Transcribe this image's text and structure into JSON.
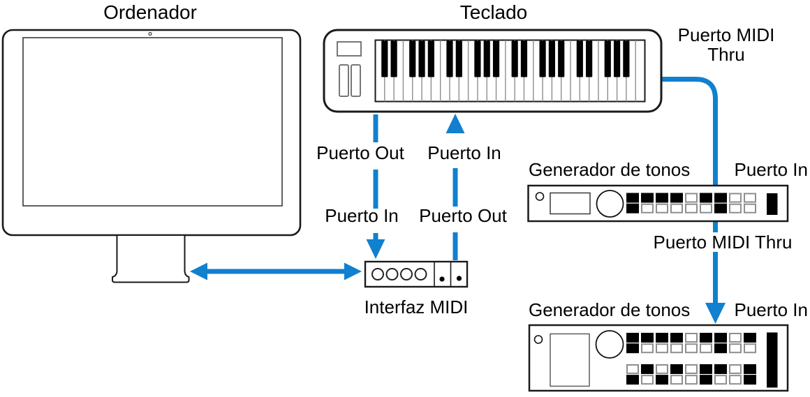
{
  "colors": {
    "cable_blue": "#1080cf",
    "ink": "#000000",
    "line_gray": "#8e8e8e",
    "background": "#ffffff"
  },
  "devices": {
    "computer": {
      "title": "Ordenador"
    },
    "keyboard": {
      "title": "Teclado",
      "white_key_count": 29
    },
    "midi_interface": {
      "label": "Interfaz MIDI",
      "port_circle_count": 4,
      "jack_dot_count": 2
    },
    "tone_generator_1": {
      "label": "Generador de tonos",
      "port_label": "Puerto In",
      "button_grid": [
        [
          1,
          1,
          1,
          1,
          0,
          1,
          1,
          0,
          0
        ],
        [
          1,
          0,
          0,
          0,
          0,
          0,
          1,
          0,
          0
        ]
      ]
    },
    "tone_generator_2": {
      "label": "Generador de tonos",
      "port_label": "Puerto In",
      "button_grid_top": [
        [
          1,
          1,
          1,
          1,
          0,
          1,
          1,
          0,
          1
        ],
        [
          1,
          0,
          0,
          0,
          0,
          0,
          1,
          0,
          0
        ]
      ],
      "button_grid_bottom": [
        [
          0,
          1,
          0,
          1,
          0,
          1,
          1,
          0,
          1
        ],
        [
          1,
          0,
          1,
          0,
          0,
          1,
          0,
          0,
          1
        ]
      ]
    }
  },
  "connections": {
    "keyboard_midi_thru": {
      "label_line1": "Puerto MIDI",
      "label_line2": "Thru"
    },
    "keyboard_out_to_interface": {
      "label_at_keyboard": "Puerto Out",
      "label_at_interface": "Puerto In"
    },
    "interface_to_keyboard_in": {
      "label_at_keyboard": "Puerto In",
      "label_at_interface": "Puerto Out"
    },
    "gen1_thru_to_gen2": {
      "label": "Puerto MIDI Thru"
    }
  }
}
